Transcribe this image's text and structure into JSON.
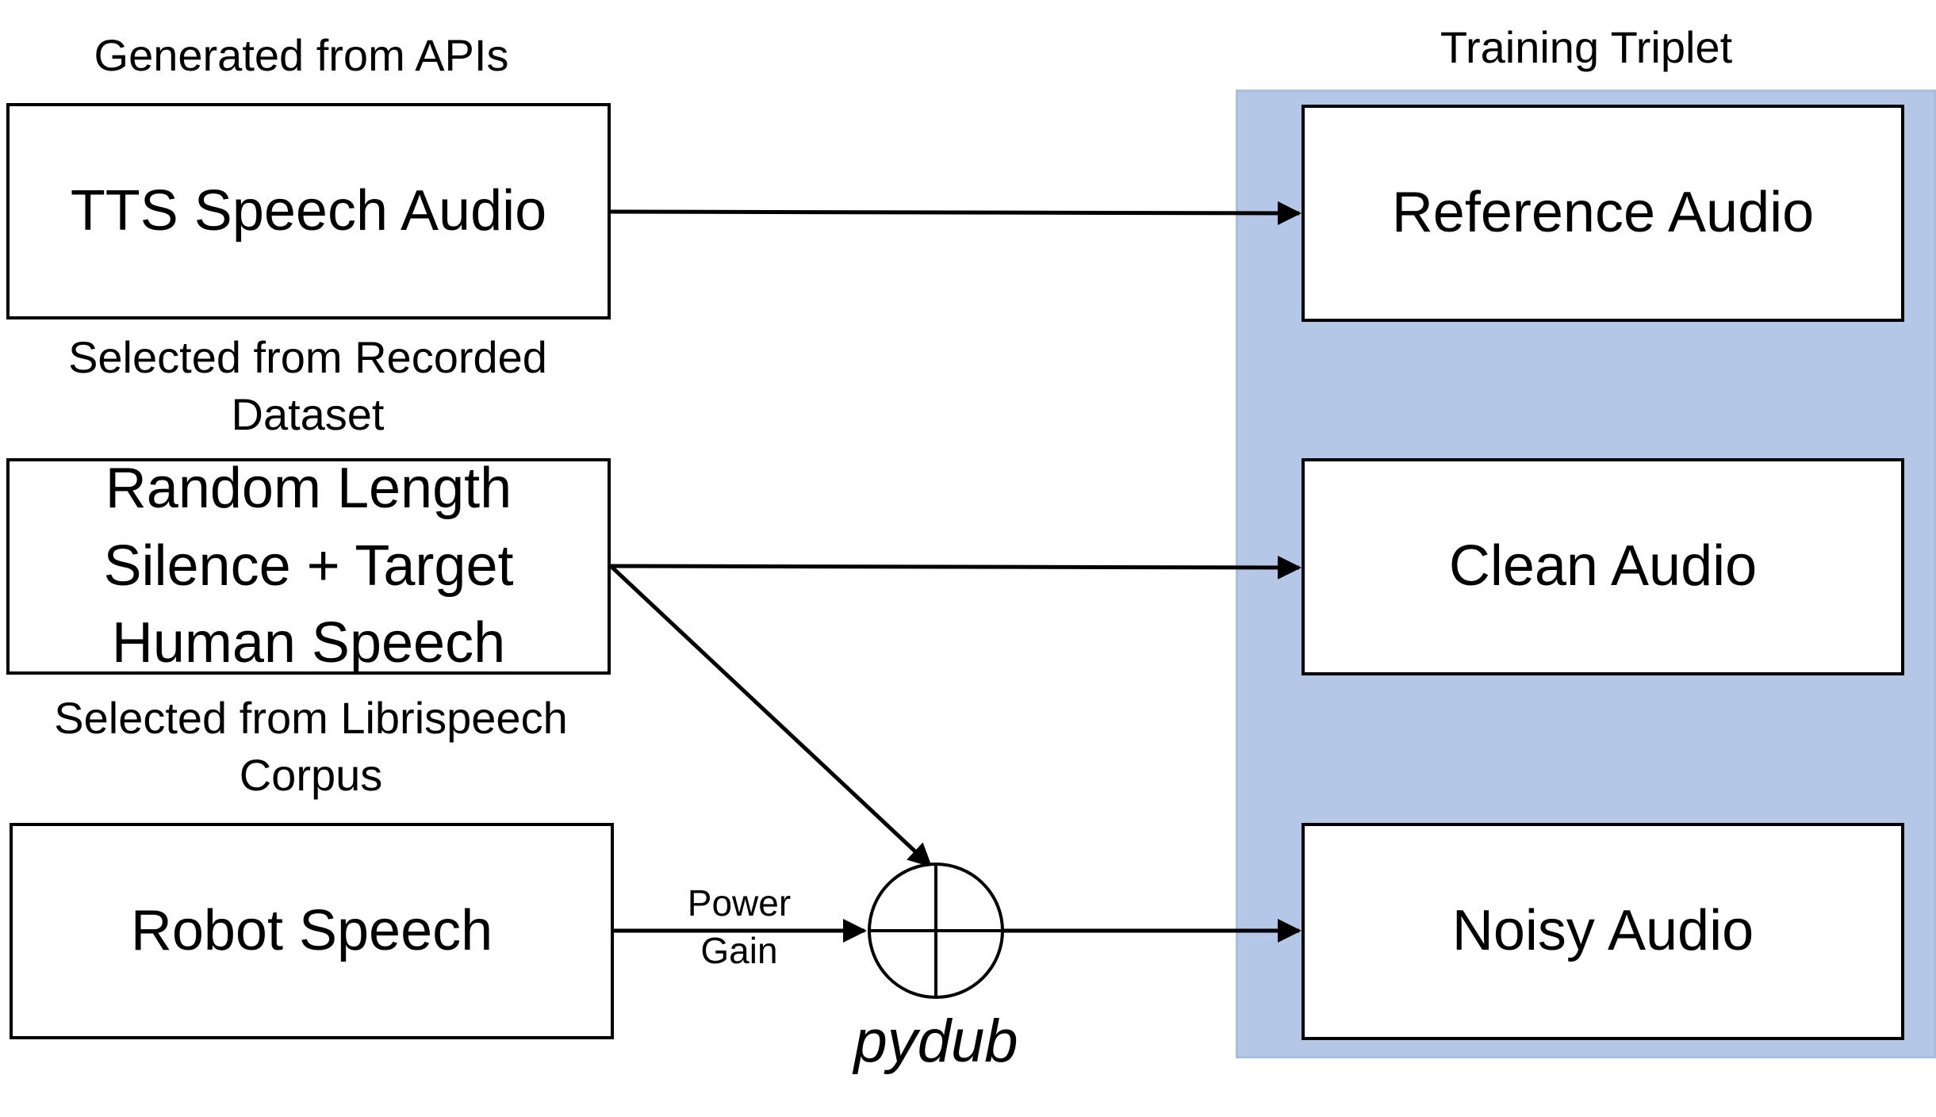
{
  "colors": {
    "panel_fill": "#b4c7e7",
    "stroke": "#000000",
    "box_fill": "#ffffff"
  },
  "panel": {
    "title": "Training Triplet"
  },
  "sources": {
    "tts": {
      "caption": "Generated from APIs",
      "label": "TTS Speech Audio"
    },
    "human": {
      "caption_line1": "Selected from Recorded",
      "caption_line2": "Dataset",
      "label_line1": "Random Length",
      "label_line2": "Silence + Target",
      "label_line3": "Human Speech"
    },
    "robot": {
      "caption_line1": "Selected from Librispeech",
      "caption_line2": "Corpus",
      "label": "Robot Speech"
    }
  },
  "outputs": {
    "reference": "Reference Audio",
    "clean": "Clean Audio",
    "noisy": "Noisy Audio"
  },
  "mixer": {
    "edge_label_line1": "Power",
    "edge_label_line2": "Gain",
    "name": "pydub",
    "icon": "circled-plus-icon"
  }
}
